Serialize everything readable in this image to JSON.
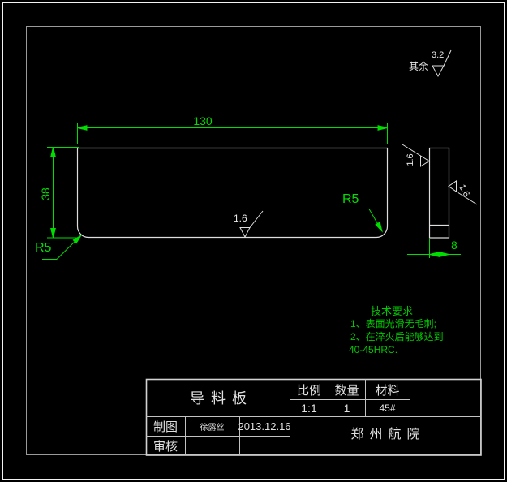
{
  "drawing": {
    "default_roughness": {
      "prefix": "其余",
      "value": "3.2"
    },
    "front_view": {
      "width_dim": "130",
      "height_dim": "38",
      "fillet_left": "R5",
      "fillet_right": "R5",
      "bottom_roughness": "1.6"
    },
    "side_view": {
      "thickness_dim": "8",
      "left_roughness": "1.6",
      "right_roughness": "1.6"
    },
    "tech_requirements": {
      "title": "技术要求",
      "lines": [
        "1、表面光滑无毛刺;",
        "2、在淬火后能够达到",
        "40-45HRC."
      ]
    }
  },
  "title_block": {
    "part_name": "导料板",
    "scale_label": "比例",
    "scale_value": "1:1",
    "quantity_label": "数量",
    "quantity_value": "1",
    "material_label": "材料",
    "material_value": "45#",
    "drawn_label": "制图",
    "drawn_by": "徐露丝",
    "drawn_date": "2013.12.16",
    "checked_label": "审核",
    "organization": "郑州航院"
  },
  "colors": {
    "dimension_green": "#00dd00",
    "annotation_green": "#00c800",
    "outline_white": "#e8e8e8",
    "frame_gray": "#9a9a9a"
  }
}
